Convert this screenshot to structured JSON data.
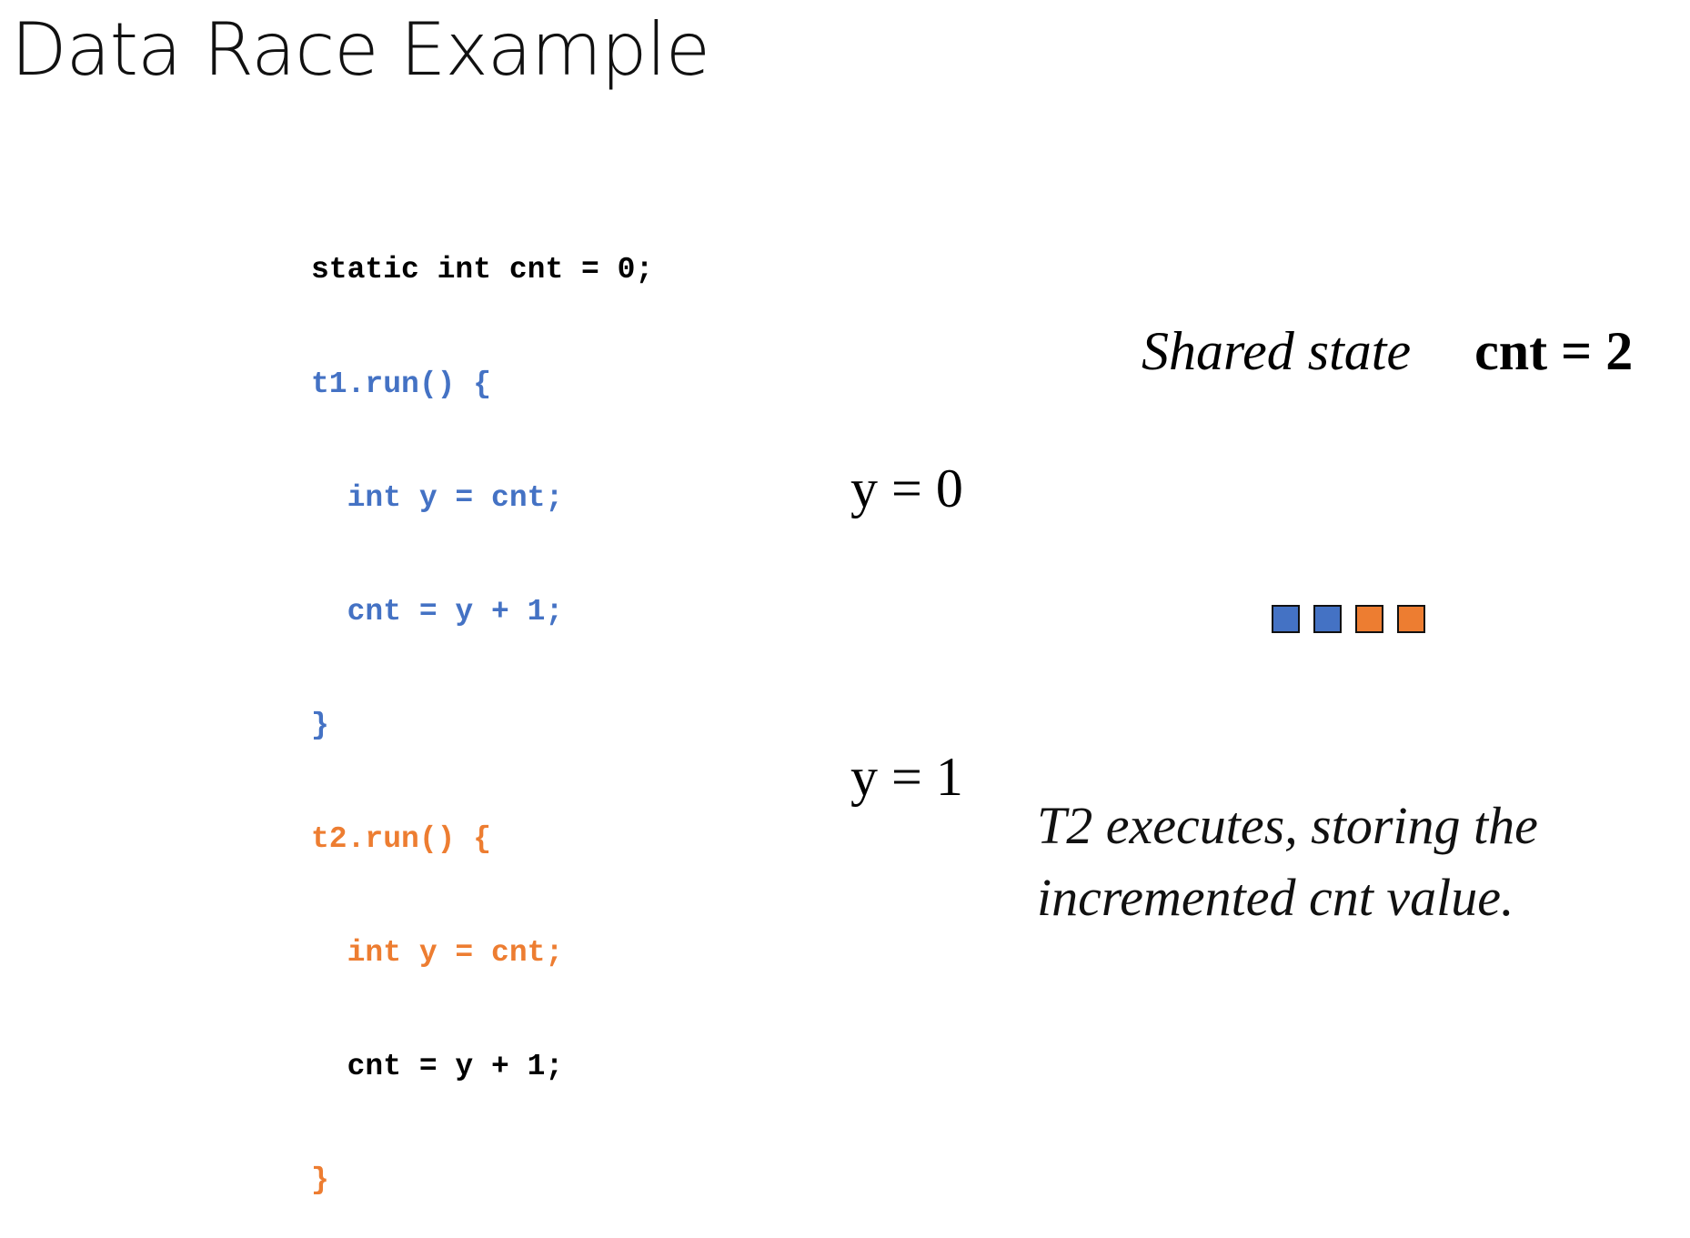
{
  "title": "Data Race Example",
  "code": {
    "lines": [
      "static int cnt = 0;",
      "t1.run() {",
      "  int y = cnt;",
      "  cnt = y + 1;",
      "}",
      "t2.run() {",
      "  int y = cnt;",
      "  cnt = y + 1;",
      "}"
    ]
  },
  "shared_state": {
    "label": "Shared state",
    "value": "cnt = 2"
  },
  "thread_values": {
    "t1": "y = 0",
    "t2": "y = 1"
  },
  "squares": [
    {
      "color": "#4472c4"
    },
    {
      "color": "#4472c4"
    },
    {
      "color": "#ed7d31"
    },
    {
      "color": "#ed7d31"
    }
  ],
  "caption": {
    "line1": "T2 executes, storing the",
    "line2": "incremented cnt value."
  },
  "colors": {
    "thread1": "#4472c4",
    "thread2": "#ed7d31"
  }
}
